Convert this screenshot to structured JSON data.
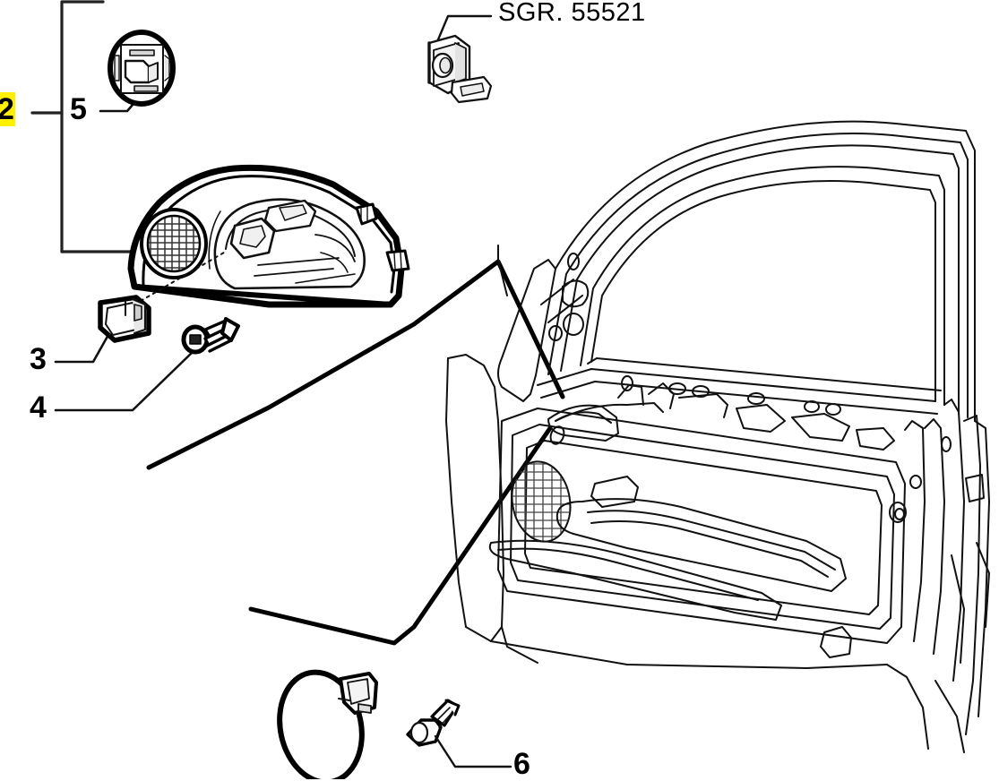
{
  "document": {
    "type": "automotive-spare-parts-exploded-diagram",
    "subject": "Front door inner trim panel assembly"
  },
  "labels": {
    "group_ref": "2",
    "group_ref_highlighted": true,
    "highlight_color": "#ffef00",
    "sgr_reference": "SGR. 55521",
    "item_5": "5",
    "item_3": "3",
    "item_4": "4",
    "item_6": "6"
  },
  "callouts": [
    {
      "id": "2",
      "text": "2",
      "role": "assembly-group-bracket",
      "highlighted": true
    },
    {
      "id": "5",
      "text": "5",
      "role": "round-cap-plug"
    },
    {
      "id": "3",
      "text": "3",
      "role": "clip-retainer"
    },
    {
      "id": "4",
      "text": "4",
      "role": "self-tapping-screw"
    },
    {
      "id": "6",
      "text": "6",
      "role": "push-rivet-fastener"
    },
    {
      "id": "SGR",
      "text": "SGR. 55521",
      "role": "sub-group-reference-switch"
    }
  ],
  "parts": [
    {
      "callout": "2",
      "name": "door-trim-panel-upper-section"
    },
    {
      "callout": "3",
      "name": "trim-clip"
    },
    {
      "callout": "4",
      "name": "fixing-screw"
    },
    {
      "callout": "5",
      "name": "blanking-cap"
    },
    {
      "callout": "6",
      "name": "fastener-stud"
    },
    {
      "callout": "SGR. 55521",
      "name": "window-switch-unit"
    }
  ],
  "colors": {
    "ink": "#000000",
    "background": "#ffffff",
    "highlight": "#ffef00"
  }
}
